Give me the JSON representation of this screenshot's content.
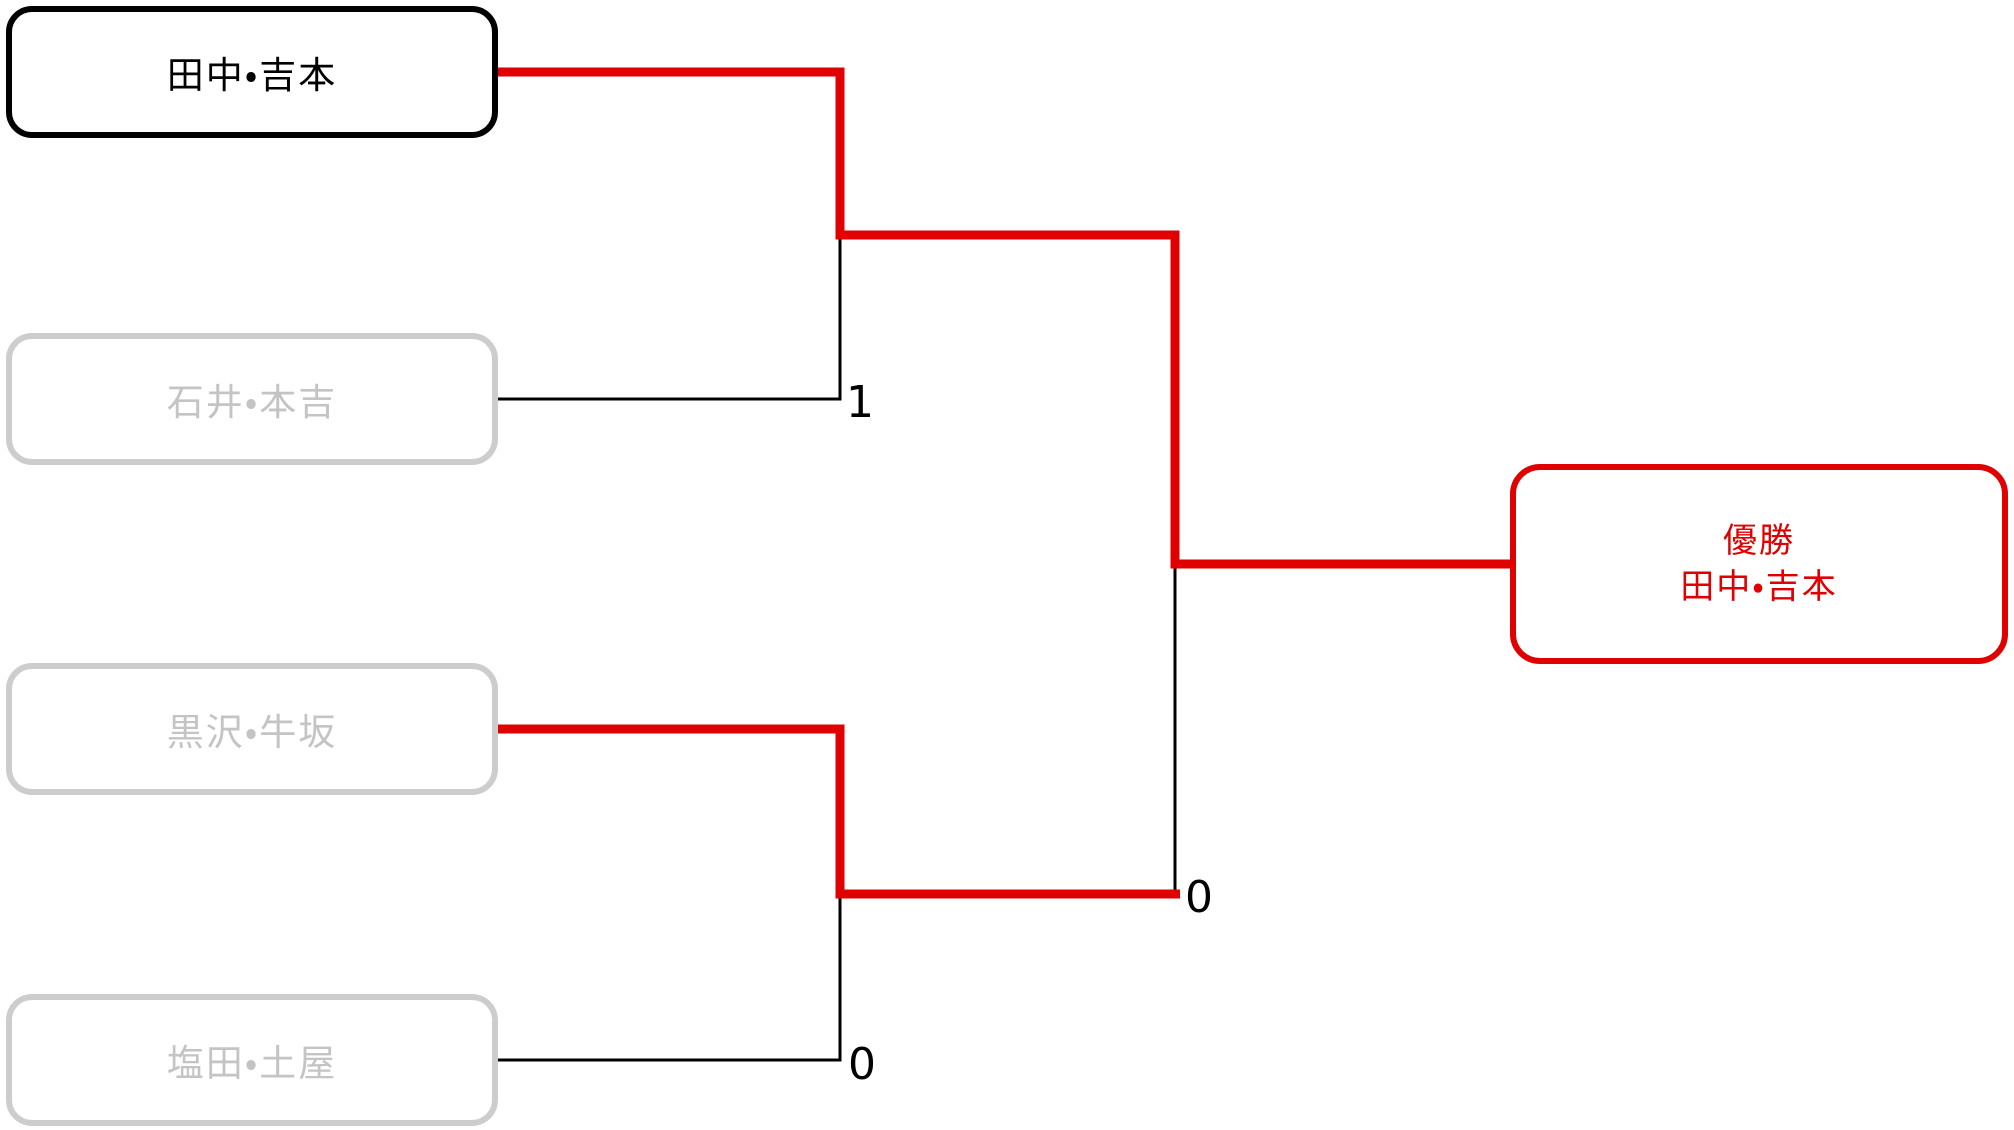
{
  "colors": {
    "accent-red": "#e00000",
    "eliminated-border": "#cdcdcd",
    "eliminated-text": "#c4c4c4",
    "line-black": "#000000",
    "canvas-bg": "#ffffff"
  },
  "teams": [
    {
      "name": "田中・吉本",
      "status": "advanced"
    },
    {
      "name": "石井・本吉",
      "status": "eliminated"
    },
    {
      "name": "黒沢・牛坂",
      "status": "eliminated"
    },
    {
      "name": "塩田・土屋",
      "status": "eliminated"
    }
  ],
  "champion": {
    "label": "優勝",
    "name": "田中・吉本"
  },
  "scores": {
    "semifinal1": "1",
    "semifinal2": "0",
    "final": "0"
  }
}
